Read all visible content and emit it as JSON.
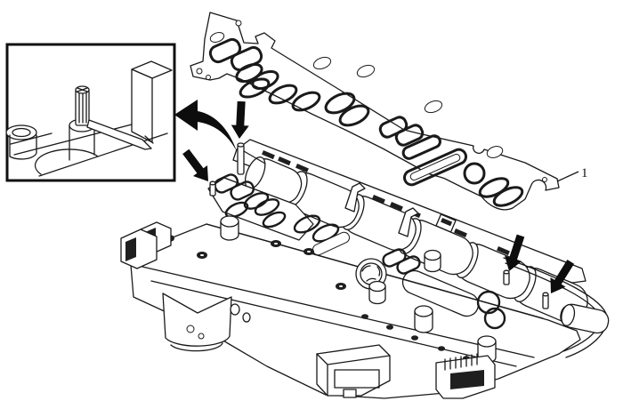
{
  "figure": {
    "callout": {
      "number": "1"
    },
    "colors": {
      "background": "#ffffff",
      "line": "#1a1a1a",
      "arrow": "#0d0d0d"
    },
    "icons": {
      "inset_magnifier": "curved-arrow-left",
      "pointer_arrows": [
        "arrow-down",
        "arrow-down-right",
        "arrow-down-left",
        "arrow-down-left"
      ]
    }
  }
}
